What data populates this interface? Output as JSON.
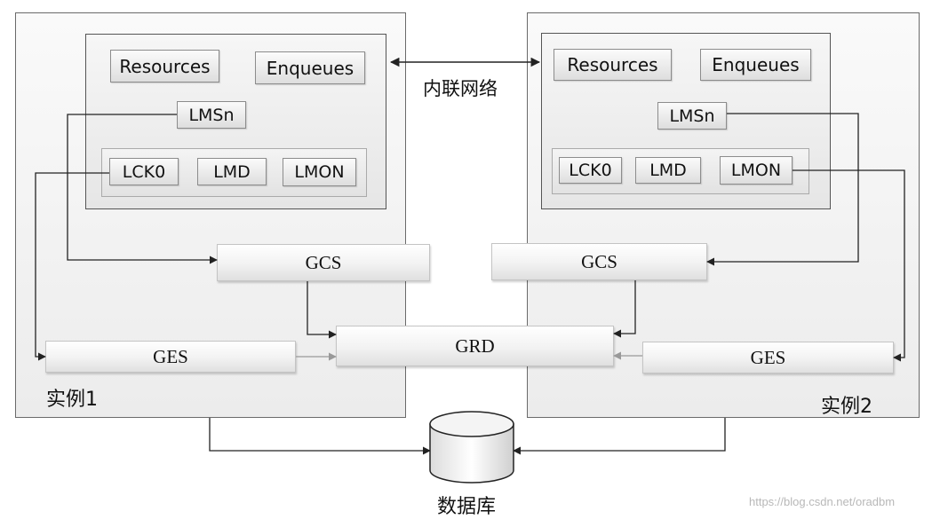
{
  "instance1": {
    "label": "实例1",
    "resources": "Resources",
    "enqueues": "Enqueues",
    "lmsn": "LMSn",
    "lck0": "LCK0",
    "lmd": "LMD",
    "lmon": "LMON",
    "gcs": "GCS",
    "ges": "GES"
  },
  "instance2": {
    "label": "实例2",
    "resources": "Resources",
    "enqueues": "Enqueues",
    "lmsn": "LMSn",
    "lck0": "LCK0",
    "lmd": "LMD",
    "lmon": "LMON",
    "gcs": "GCS",
    "ges": "GES"
  },
  "interconnect": "内联网络",
  "grd": "GRD",
  "database": "数据库",
  "watermark": "https://blog.csdn.net/oradbm"
}
